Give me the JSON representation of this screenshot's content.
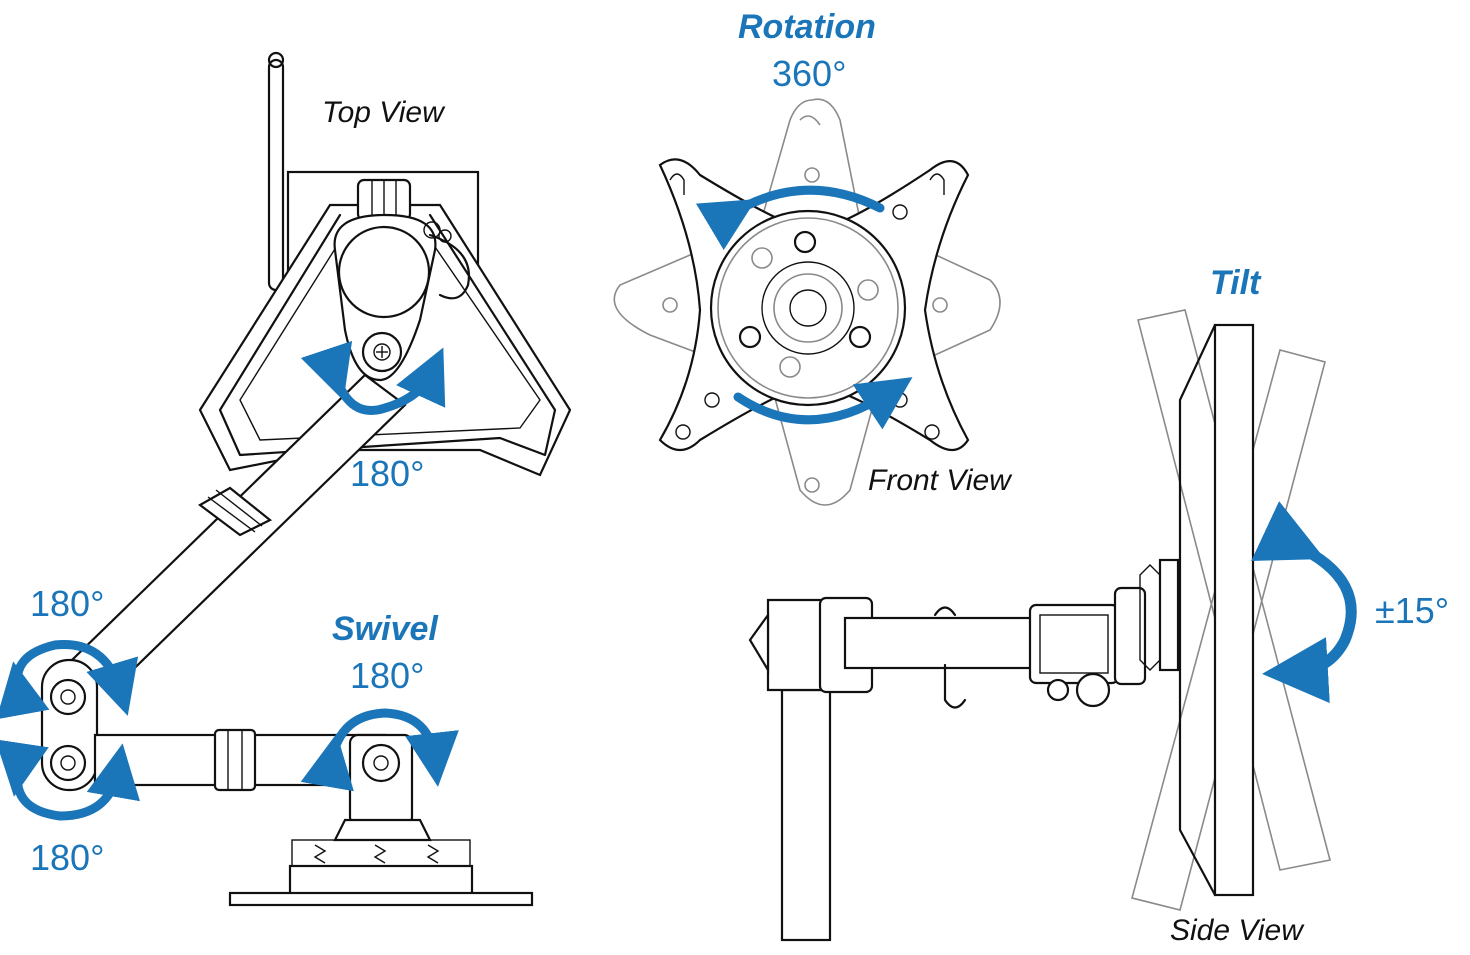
{
  "colors": {
    "accent": "#1b75b9",
    "line": "#111111",
    "ghost": "#8a8a8a"
  },
  "views": {
    "top": "Top View",
    "front": "Front View",
    "side": "Side View"
  },
  "motions": {
    "rotation": {
      "title": "Rotation",
      "angle": "360°"
    },
    "tilt": {
      "title": "Tilt",
      "angle": "±15°"
    },
    "swivel": {
      "title": "Swivel",
      "angle": "180°"
    }
  },
  "angles": {
    "top_hub": "180°",
    "elbow_upper": "180°",
    "elbow_lower": "180°"
  },
  "icons": [
    "rotation-arrow-icon",
    "swivel-arrow-icon",
    "tilt-arrow-icon"
  ]
}
